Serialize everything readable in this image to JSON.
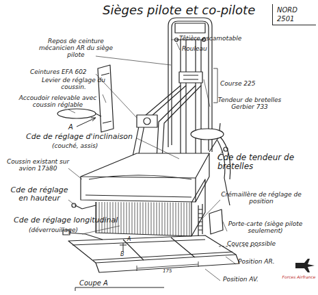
{
  "diagram": {
    "title": "Sièges pilote et co-pilote",
    "nodes": [
      {
        "text": [
          "NORD 2501"
        ]
      }
    ],
    "labels": [
      "Repos de ceinture mécanicien AR du siège pilote",
      "Têtière escamotable",
      "Rouleau",
      "Ceintures EFA 602",
      "Levier de réglage du coussin.",
      "Accoudoir relevable avec coussin réglable",
      "Course 225",
      "Tendeur de bretelles Gerbier 733",
      "A",
      "Cde de réglage d'inclinaison",
      "(couché, assis)",
      "Coussin existant sur avion 17à80",
      "Cde de tendeur de bretelles",
      "Cde de réglage en hauteur",
      "Crémaillère de réglage de position",
      "Cde de réglage longitudinal",
      "(déverrouillage)",
      "Porte-carte (siège pilote seulement)",
      "Course possible",
      "Position AR.",
      "175",
      "Position AV.",
      "A",
      "B",
      "Coupe A",
      "Forces Airfrance"
    ]
  }
}
